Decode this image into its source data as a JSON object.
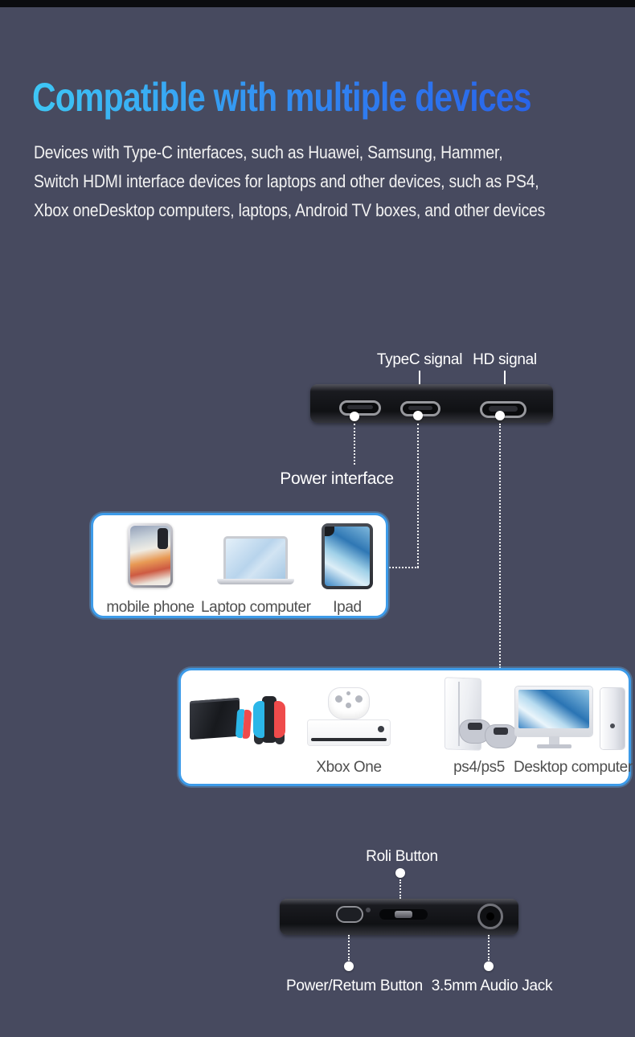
{
  "page": {
    "background": "#474a5f",
    "top_strip_color": "#0b0c0f"
  },
  "header": {
    "title": "Compatible with multiple devices",
    "title_gradient_start": "#3ec7f5",
    "title_gradient_end": "#2964ea",
    "description_lines": [
      "Devices with Type-C interfaces, such as Huawei, Samsung, Hammer,",
      "Switch HDMI interface devices for laptops and other devices, such as PS4,",
      "Xbox oneDesktop computers, laptops, Android TV boxes, and other devices"
    ]
  },
  "top_panel": {
    "typec_label": "TypeC signal",
    "hd_label": "HD signal",
    "power_label": "Power interface",
    "ports": [
      "power-port",
      "typec-port",
      "hd-port"
    ]
  },
  "device_boxes": {
    "box1": {
      "items": [
        {
          "icon": "smartphone",
          "label": "mobile phone"
        },
        {
          "icon": "laptop",
          "label": "Laptop computer"
        },
        {
          "icon": "tablet",
          "label": "Ipad"
        }
      ]
    },
    "box2": {
      "items": [
        {
          "icon": "nintendo-switch",
          "label": ""
        },
        {
          "icon": "xbox-console",
          "label": "Xbox One"
        },
        {
          "icon": "playstation-console",
          "label": "ps4/ps5"
        },
        {
          "icon": "desktop-computer",
          "label": "Desktop computer"
        }
      ]
    }
  },
  "bottom_panel": {
    "roli_label": "Roli Button",
    "power_return_label": "Power/Retum Button",
    "audio_jack_label": "3.5mm Audio Jack"
  },
  "colors": {
    "accent_border": "#3d9be9",
    "device_bar": "#17181c",
    "label_dark": "#4f4f4f",
    "text_white": "#f2f2f2"
  }
}
